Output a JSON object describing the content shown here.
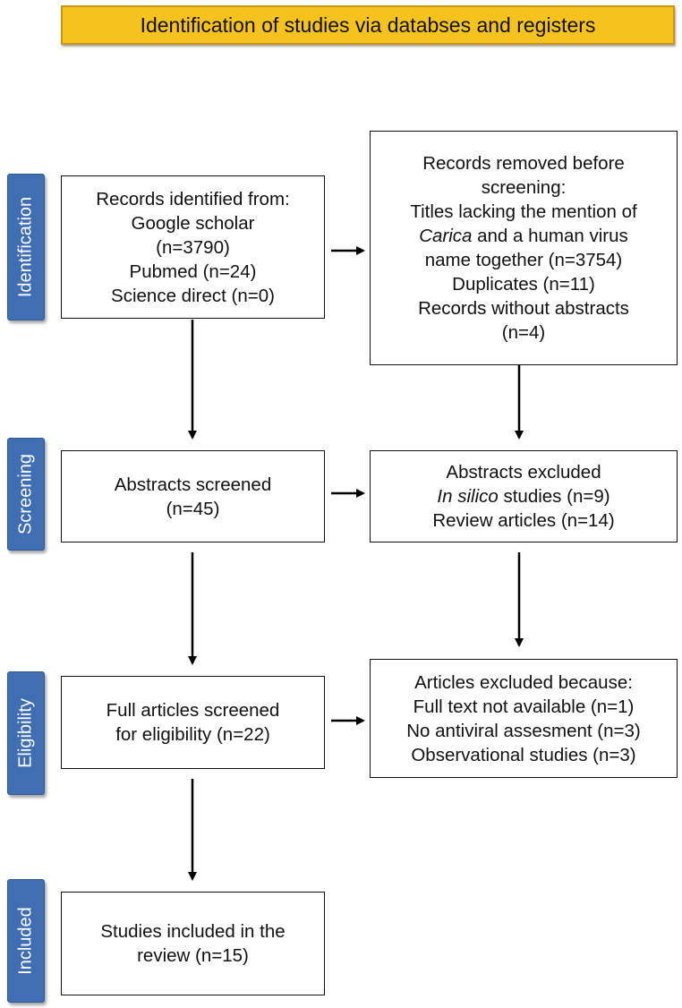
{
  "header": {
    "title": "Identification of studies via databses and registers"
  },
  "stages": {
    "identification": "Identification",
    "screening": "Screening",
    "eligibility": "Eligibility",
    "included": "Included"
  },
  "identified": {
    "line1": "Records identified from:",
    "line2": "Google scholar",
    "line3": "(n=3790)",
    "line4": "Pubmed (n=24)",
    "line5": "Science direct (n=0)"
  },
  "removed": {
    "line1": "Records removed before",
    "line2": "screening:",
    "line3": "Titles lacking the mention of",
    "line4_italic": "Carica",
    "line4_rest": " and a human virus",
    "line5": "name together (n=3754)",
    "line6": "Duplicates (n=11)",
    "line7": "Records without abstracts",
    "line8": "(n=4)"
  },
  "screened": {
    "line1": "Abstracts screened",
    "line2": "(n=45)"
  },
  "abstracts_excluded": {
    "line1": "Abstracts excluded",
    "line2_italic": "In silico",
    "line2_rest": " studies (n=9)",
    "line3": "Review articles (n=14)"
  },
  "full_articles": {
    "line1": "Full articles screened",
    "line2": "for eligibility (n=22)"
  },
  "articles_excluded": {
    "line1": "Articles excluded because:",
    "line2": "Full text not available (n=1)",
    "line3": "No antiviral assesment (n=3)",
    "line4": "Observational studies (n=3)"
  },
  "included": {
    "line1": "Studies included in the",
    "line2": "review (n=15)"
  }
}
